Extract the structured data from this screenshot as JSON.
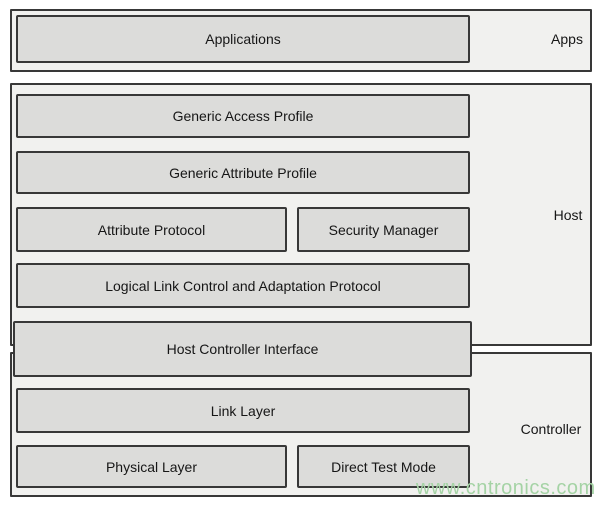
{
  "stack": {
    "apps": {
      "label": "Apps",
      "boxes": {
        "applications": "Applications"
      }
    },
    "host": {
      "label": "Host",
      "boxes": {
        "generic_access_profile": "Generic Access Profile",
        "generic_attribute_profile": "Generic Attribute Profile",
        "attribute_protocol": "Attribute Protocol",
        "security_manager": "Security Manager",
        "l2cap": "Logical Link Control and Adaptation Protocol"
      }
    },
    "hci": {
      "label": "Host Controller Interface"
    },
    "controller": {
      "label": "Controller",
      "boxes": {
        "link_layer": "Link Layer",
        "physical_layer": "Physical Layer",
        "direct_test_mode": "Direct Test Mode"
      }
    },
    "watermark": "www.cntronics.com",
    "colors": {
      "section_fill": "#f1f1ef",
      "box_fill": "#dcdcda",
      "border": "#383838",
      "text": "#161616",
      "watermark": "#a5d3a5"
    }
  }
}
